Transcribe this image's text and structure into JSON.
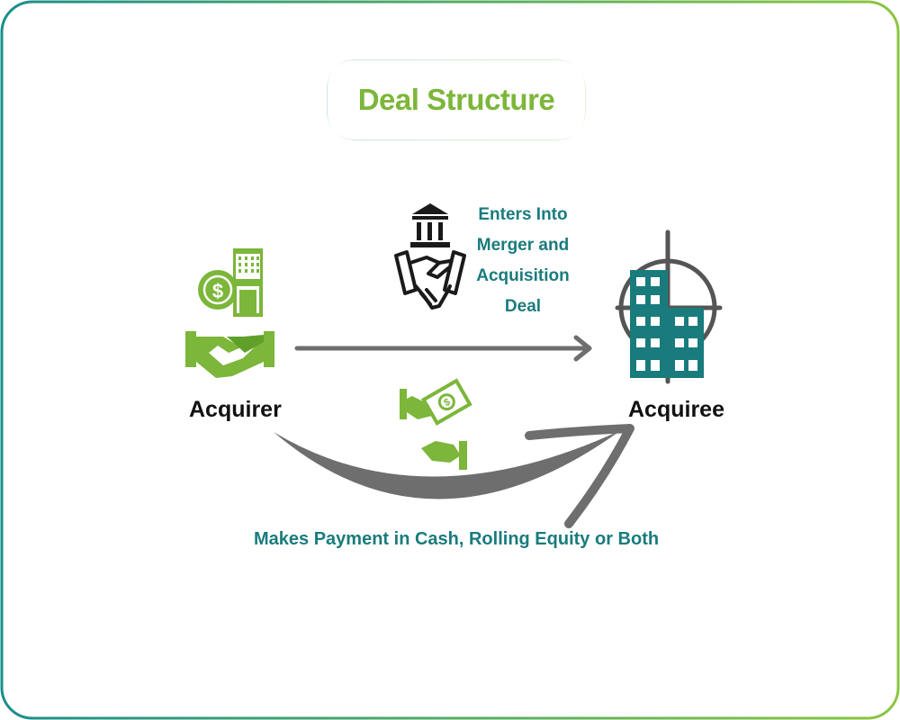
{
  "diagram": {
    "title": "Deal Structure",
    "acquirer": {
      "label": "Acquirer",
      "icons": [
        "dollar-coin-icon",
        "office-building-icon",
        "handshake-icon"
      ]
    },
    "acquiree": {
      "label": "Acquiree",
      "icons": [
        "target-crosshair-icon",
        "office-building-icon"
      ]
    },
    "deal_flow": {
      "icons": [
        "bank-icon",
        "handshake-icon"
      ],
      "lines": [
        "Enters Into",
        "Merger and",
        "Acquisition",
        "Deal"
      ]
    },
    "payment_flow": {
      "icons": [
        "cash-payment-icon"
      ],
      "label": "Makes Payment in Cash, Rolling Equity or Both"
    },
    "colors": {
      "green": "#7cb63a",
      "teal": "#1a7b7d",
      "arrow_gray": "#6e6e6e",
      "border_gradient_start": "#1a8f8a",
      "border_gradient_end": "#8cc63f"
    }
  }
}
